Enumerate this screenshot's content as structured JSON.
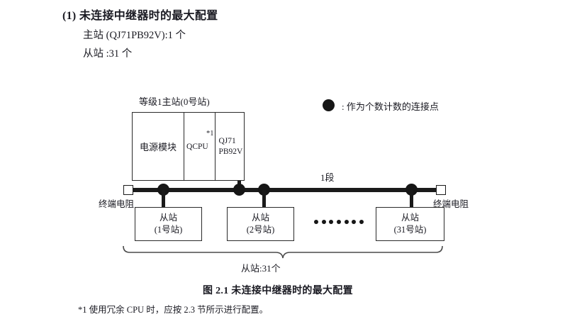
{
  "heading": {
    "number_title": "(1) 未连接中继器时的最大配置",
    "line1": "主站 (QJ71PB92V):1 个",
    "line2": "从站 :31 个"
  },
  "legend": {
    "symbol": "filled-circle",
    "text": ": 作为个数计数的连接点"
  },
  "diagram": {
    "master": {
      "label": "等级1主站(0号站)",
      "cells": [
        {
          "name": "power-supply",
          "text": "电源模块"
        },
        {
          "name": "cpu",
          "text": "QCPU",
          "footnote_mark": "*1"
        },
        {
          "name": "network",
          "line1": "QJ71",
          "line2": "PB92V"
        }
      ]
    },
    "bus": {
      "segment_label": "1段",
      "terminator_left": "终端电阻",
      "terminator_right": "终端电阻",
      "connection_dot_count": 4
    },
    "slaves": [
      {
        "line1": "从站",
        "line2": "(1号站)"
      },
      {
        "line1": "从站",
        "line2": "(2号站)"
      },
      {
        "line1": "从站",
        "line2": "(31号站)"
      }
    ],
    "ellipsis_dots": 7,
    "brace_label": "从站:31个"
  },
  "caption": "图 2.1  未连接中继器时的最大配置",
  "footnote": "*1   使用冗余 CPU 时，应按 2.3 节所示进行配置。",
  "colors": {
    "ink": "#1a1a22",
    "line": "#1a1a1a",
    "background": "#ffffff"
  }
}
